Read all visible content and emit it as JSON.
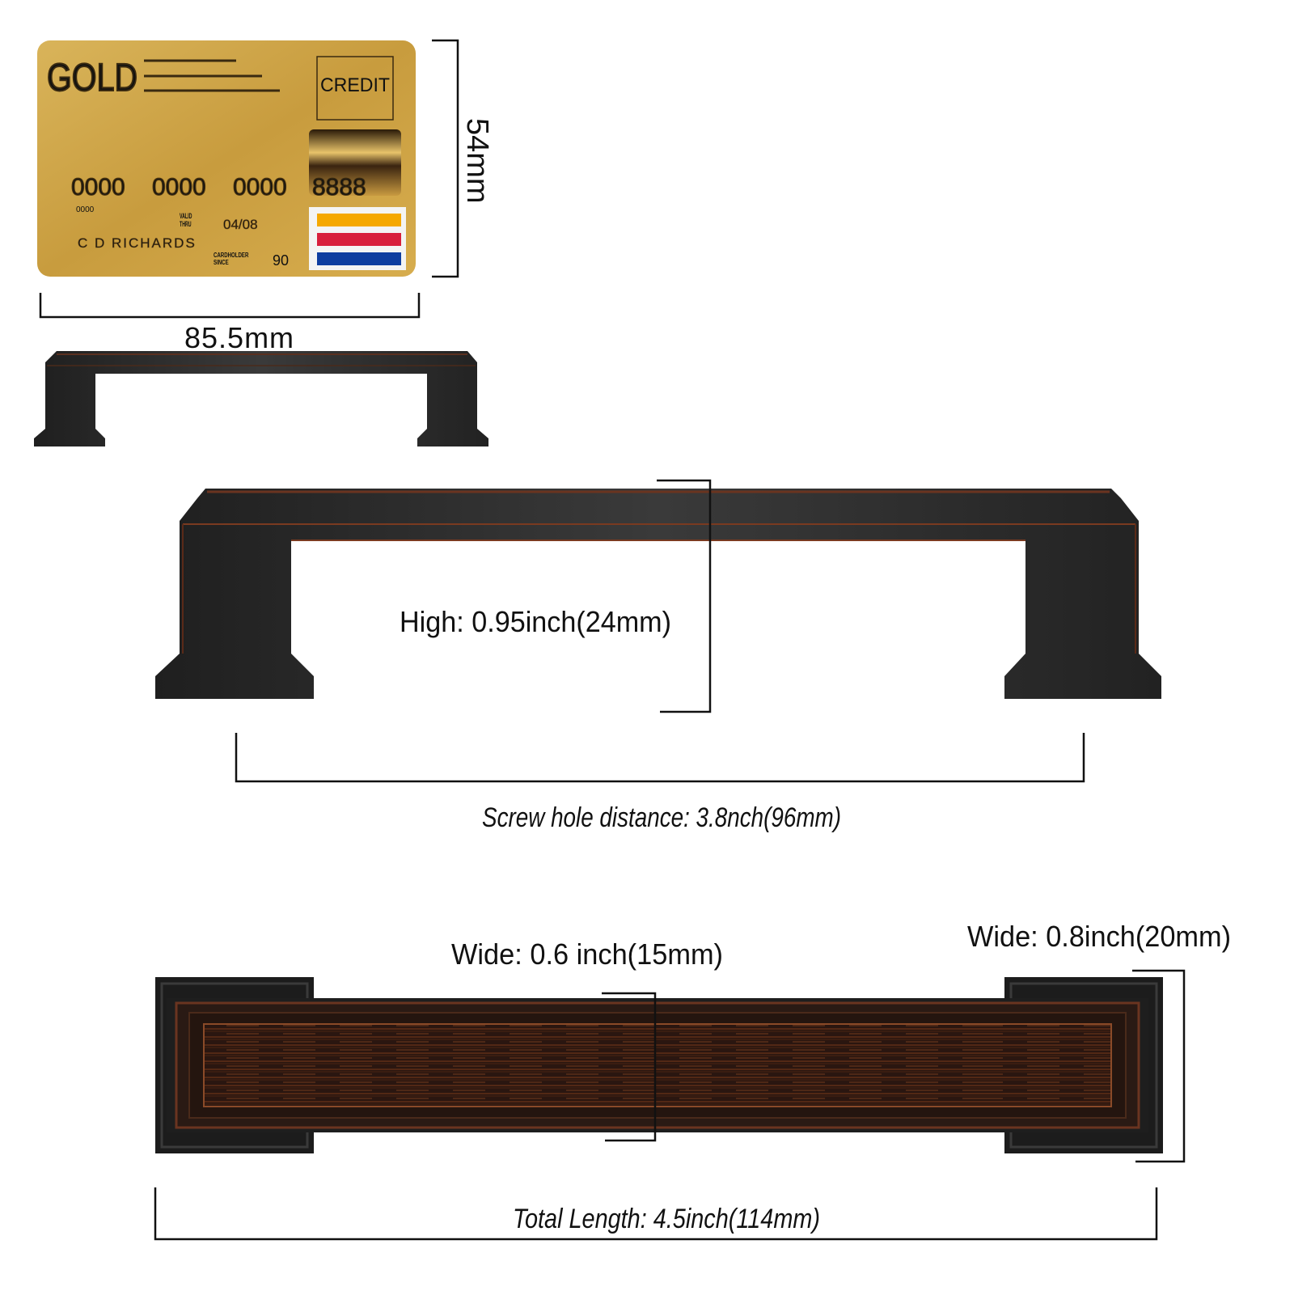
{
  "card": {
    "brand_text": "GOLD",
    "type_text": "CREDIT",
    "number_groups": [
      "0000",
      "0000",
      "0000",
      "8888"
    ],
    "small_number": "0000",
    "valid_label": "VALID\nTHRU",
    "valid_date": "04/08",
    "holder_name": "C D RICHARDS",
    "since_label": "CARDHOLDER\nSINCE",
    "since_year": "90",
    "stripe_colors": [
      "#f5a800",
      "#d81f3c",
      "#0e3ea0"
    ],
    "gold_color": "#c8a042"
  },
  "card_dimensions": {
    "height": "54mm",
    "width": "85.5mm"
  },
  "handle": {
    "color": "#2a2a2a",
    "bronze_color": "#5a2e1a"
  },
  "dimensions": {
    "height": "High: 0.95inch(24mm)",
    "screw_hole": "Screw hole distance: 3.8nch(96mm)",
    "bar_width": "Wide: 0.6 inch(15mm)",
    "base_width": "Wide: 0.8inch(20mm)",
    "total_length": "Total Length: 4.5inch(114mm)"
  }
}
